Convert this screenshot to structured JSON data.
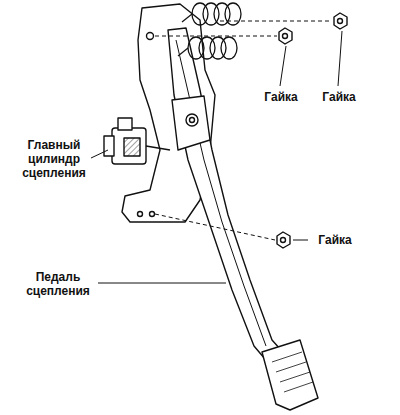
{
  "diagram": {
    "labels": [
      "Гайка",
      "Гайка",
      "Главный цилиндр сцепления",
      "Гайка",
      "Педаль сцепления"
    ]
  }
}
